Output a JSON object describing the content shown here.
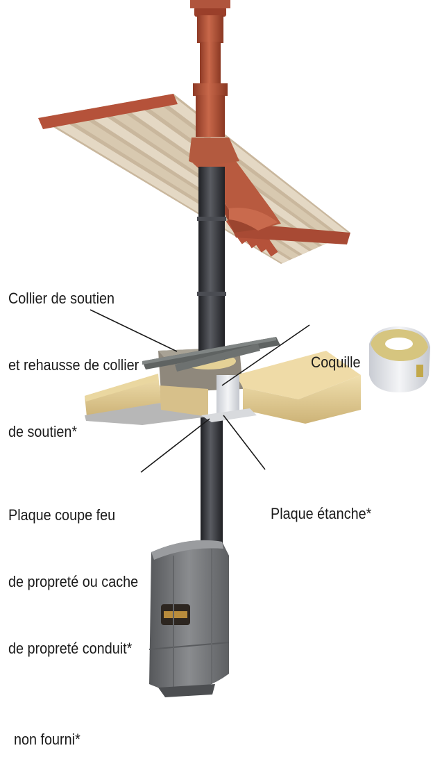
{
  "labels": {
    "collier": [
      "Collier de soutien",
      "et rehausse de collier",
      "de soutien*"
    ],
    "coquille": "Coquille",
    "plaque_coupe_feu": [
      "Plaque coupe feu",
      "de propreté ou cache",
      "de propreté conduit*"
    ],
    "plaque_etanche": "Plaque étanche*",
    "non_fourni": "non fourni*"
  },
  "colors": {
    "terracotta": "#b5523a",
    "pipe": "#3c3c40",
    "insulation": "#e6d39c",
    "stove": "#707275",
    "metal": "#7d8080",
    "shell": "#e8e9ec"
  }
}
